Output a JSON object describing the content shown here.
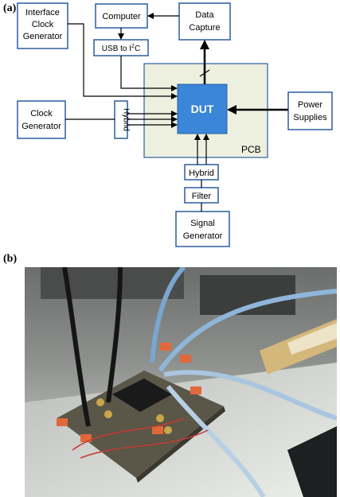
{
  "panels": {
    "a_label": "(a)",
    "b_label": "(b)"
  },
  "diagram": {
    "blocks": {
      "interface_clock_l1": "Interface",
      "interface_clock_l2": "Clock",
      "interface_clock_l3": "Generator",
      "computer": "Computer",
      "data_capture_l1": "Data",
      "data_capture_l2": "Capture",
      "usb_to_i2c_prefix": "USB to I",
      "usb_to_i2c_sup": "2",
      "usb_to_i2c_suffix": "C",
      "clock_generator_l1": "Clock",
      "clock_generator_l2": "Generator",
      "hybrid_vertical": "Hybrid",
      "dut": "DUT",
      "pcb": "PCB",
      "power_supplies_l1": "Power",
      "power_supplies_l2": "Supplies",
      "hybrid_bottom": "Hybrid",
      "filter": "Filter",
      "signal_generator_l1": "Signal",
      "signal_generator_l2": "Generator"
    },
    "colors": {
      "block_border": "#2a5d9f",
      "dut_fill": "#3b86d9",
      "pcb_fill": "#eef0df"
    }
  },
  "photo": {
    "description_icon": "lab-setup-photo"
  }
}
